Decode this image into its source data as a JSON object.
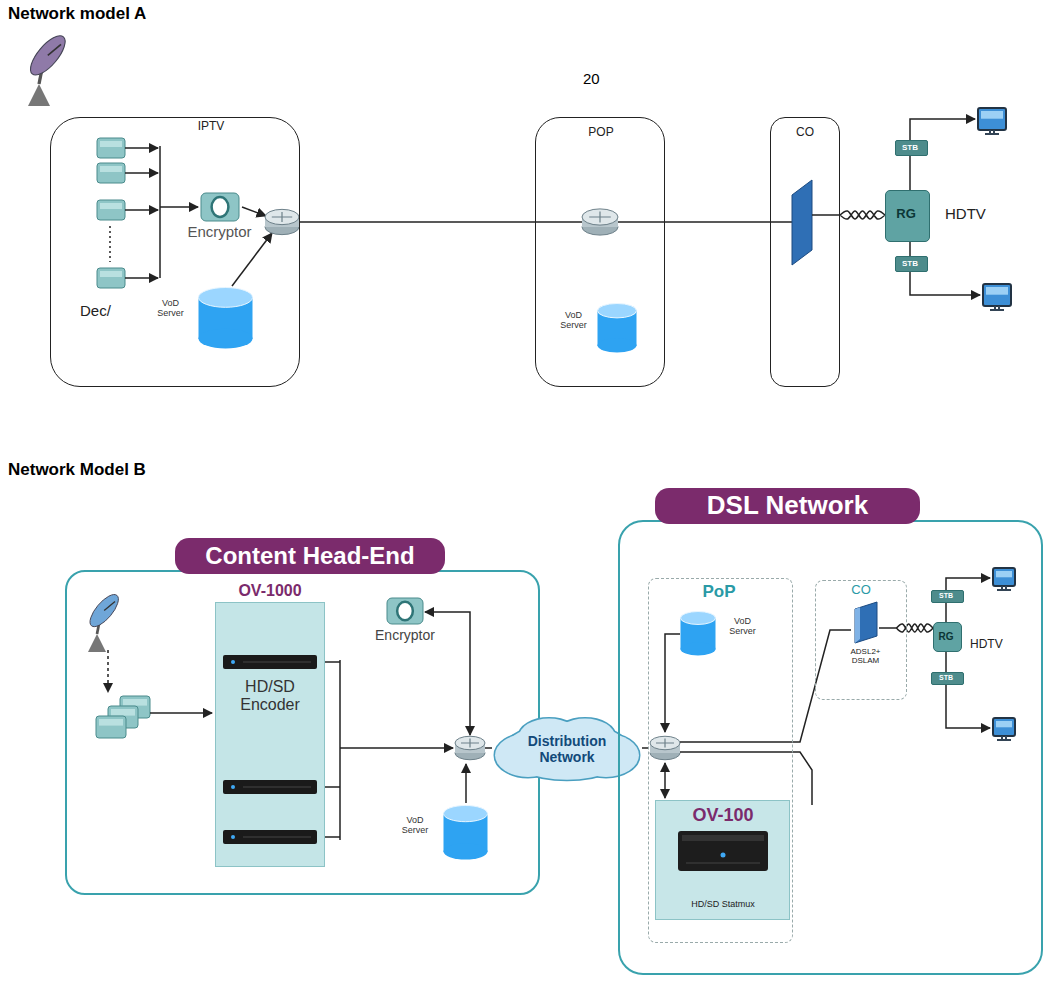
{
  "diagram": {
    "nodes": [
      {
        "text": [
          "IPTV"
        ]
      },
      {
        "text": [
          "Encryptor"
        ],
        "in": 0
      },
      {
        "text": [
          "VoD Server"
        ],
        "in": 0
      },
      {
        "text": [
          "POP"
        ]
      },
      {
        "text": [
          "VoD Server"
        ],
        "in": 3
      },
      {
        "text": [
          "CO"
        ]
      },
      {
        "text": [
          "RG"
        ]
      },
      {
        "text": [
          "STB"
        ]
      },
      {
        "text": [
          "STB"
        ]
      },
      {
        "text": [
          "Content Head-End"
        ]
      },
      {
        "text": [
          "OV-1000",
          "HD/SD Encoder"
        ],
        "in": 9
      },
      {
        "text": [
          "Encryptor"
        ],
        "in": 9
      },
      {
        "text": [
          "VoD Server"
        ],
        "in": 9
      },
      {
        "text": [
          "Distribution Network"
        ]
      },
      {
        "text": [
          "DSL Network"
        ]
      },
      {
        "text": [
          "PoP"
        ],
        "in": 14
      },
      {
        "text": [
          "VoD Server"
        ],
        "in": 15
      },
      {
        "text": [
          "OV-100",
          "HD/SD Statmux"
        ],
        "in": 15
      },
      {
        "text": [
          "CO"
        ],
        "in": 14
      },
      {
        "text": [
          "ADSL2+ DSLAM"
        ],
        "in": 18
      },
      {
        "text": [
          "RG"
        ],
        "in": 14
      },
      {
        "text": [
          "STB"
        ],
        "in": 14
      },
      {
        "text": [
          "STB"
        ],
        "in": 14
      }
    ],
    "edges": [
      {
        "from": 0,
        "to": 3,
        "arrow": "none"
      },
      {
        "from": 3,
        "to": 5,
        "arrow": "none"
      },
      {
        "from": 5,
        "to": 6,
        "arrow": "none"
      },
      {
        "from": 6,
        "to": 7,
        "arrow": "none"
      },
      {
        "from": 6,
        "to": 8,
        "arrow": "none"
      },
      {
        "from": 13,
        "to": 15,
        "arrow": "none"
      },
      {
        "from": 19,
        "to": 20,
        "arrow": "none"
      },
      {
        "from": 20,
        "to": 21,
        "arrow": "none"
      },
      {
        "from": 20,
        "to": 22,
        "arrow": "none"
      }
    ],
    "labels": [
      "Network model A",
      "20",
      "Dec/",
      "HDTV",
      "Network Model B",
      "HDTV"
    ]
  }
}
